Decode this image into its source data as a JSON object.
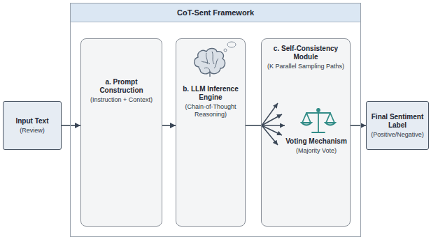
{
  "diagram": {
    "nodes": [
      {
        "text": [
          "Input Text",
          "(Review)"
        ]
      },
      {
        "text": [
          "CoT-Sent Framework"
        ]
      },
      {
        "text": [
          "a. Prompt Construction",
          "(Instruction + Context)"
        ],
        "in": 1
      },
      {
        "text": [
          "b. LLM Inference Engine",
          "(Chain-of-Thought Reasoning)"
        ],
        "in": 1
      },
      {
        "text": [
          "c. Self-Consistency Module",
          "(K Parallel Sampling Paths)"
        ],
        "in": 1
      },
      {
        "text": [
          "Final Sentiment Label",
          "(Positive/Negative)"
        ]
      }
    ],
    "edges": [
      {
        "from": 0,
        "to": 2,
        "arrow": "to"
      },
      {
        "from": 2,
        "to": 3,
        "arrow": "to"
      },
      {
        "from": 3,
        "to": 4,
        "arrow": "none"
      },
      {
        "from": 4,
        "to": 5,
        "arrow": "to"
      }
    ],
    "labels": [
      "Voting Mechanism",
      "(Majority Vote)"
    ]
  }
}
